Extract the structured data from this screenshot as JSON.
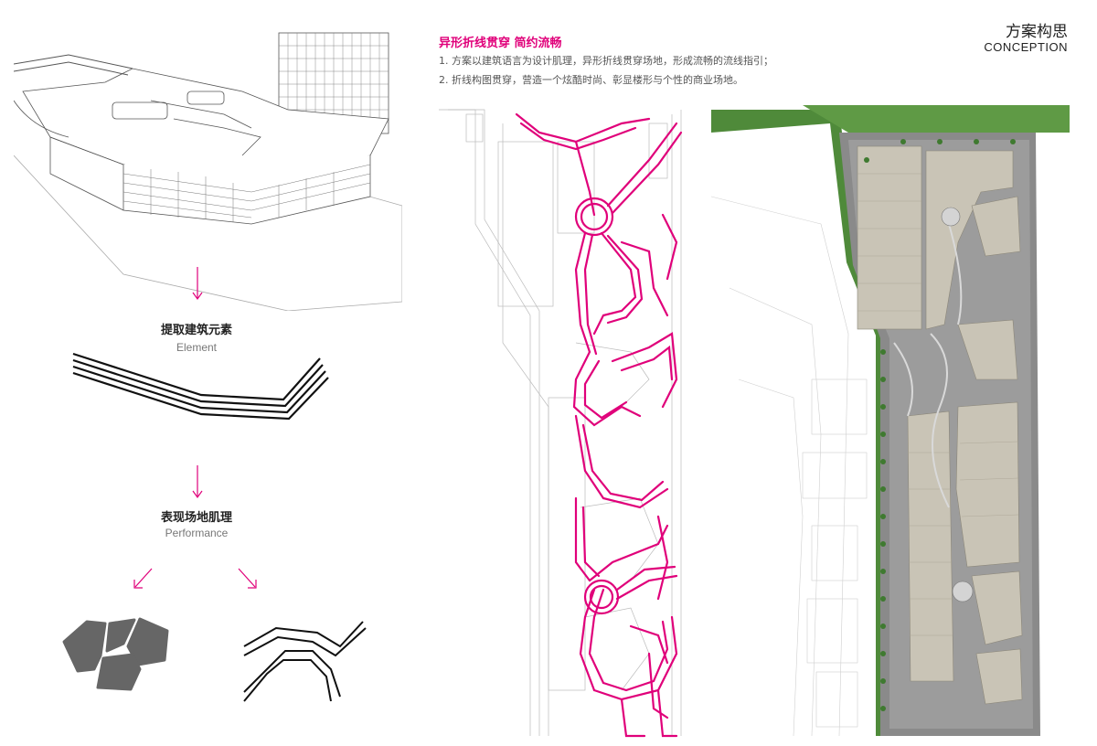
{
  "header": {
    "title": "方案构思",
    "subtitle": "CONCEPTION"
  },
  "concept": {
    "title": "异形折线贯穿  简约流畅",
    "lines": [
      "1. 方案以建筑语言为设计肌理，异形折线贯穿场地，形成流畅的流线指引；",
      "2. 折线构图贯穿，营造一个炫酷时尚、彰显楼形与个性的商业场地。"
    ]
  },
  "steps": [
    {
      "title": "提取建筑元素",
      "subtitle": "Element"
    },
    {
      "title": "表现场地肌理",
      "subtitle": "Performance"
    }
  ],
  "colors": {
    "accent": "#e0007a",
    "shape_gray": "#666666",
    "site_gray": "#8a8a8a",
    "building": "#c9c4b6",
    "green": "#4f8a3a"
  }
}
